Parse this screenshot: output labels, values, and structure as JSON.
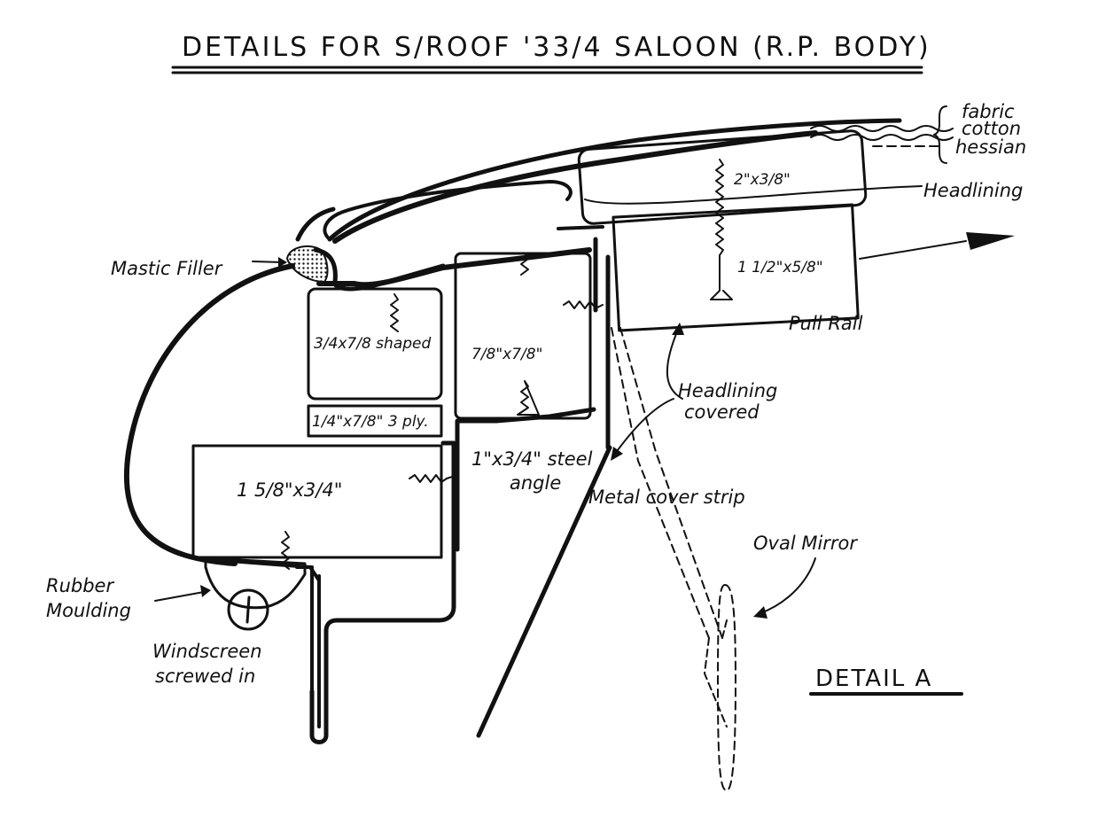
{
  "title": "DETAILS FOR S/ROOF '33/4 SALOON (R.P. BODY)",
  "detail_label": "DETAIL A",
  "labels": {
    "fabric": "fabric",
    "cotton": "cotton",
    "hessian": "hessian",
    "headlining": "Headlining",
    "mastic_filler": "Mastic Filler",
    "pull_rail": "Pull Rail",
    "headlining_covered_1": "Headlining",
    "headlining_covered_2": "covered",
    "steel_angle_1": "1\"x3/4\" steel",
    "steel_angle_2": "angle",
    "metal_cover_strip": "Metal cover strip",
    "oval_mirror": "Oval Mirror",
    "rubber_moulding_1": "Rubber",
    "rubber_moulding_2": "Moulding",
    "windscreen_1": "Windscreen",
    "windscreen_2": "screwed in"
  },
  "timbers": {
    "roof_rail": "2\"x3/8\"",
    "pull_rail_timber": "1 1/2\"x5/8\"",
    "shaped": "3/4x7/8 shaped",
    "center_block": "7/8\"x7/8\"",
    "ply": "1/4\"x7/8\" 3 ply.",
    "header": "1 5/8\"x3/4\""
  }
}
